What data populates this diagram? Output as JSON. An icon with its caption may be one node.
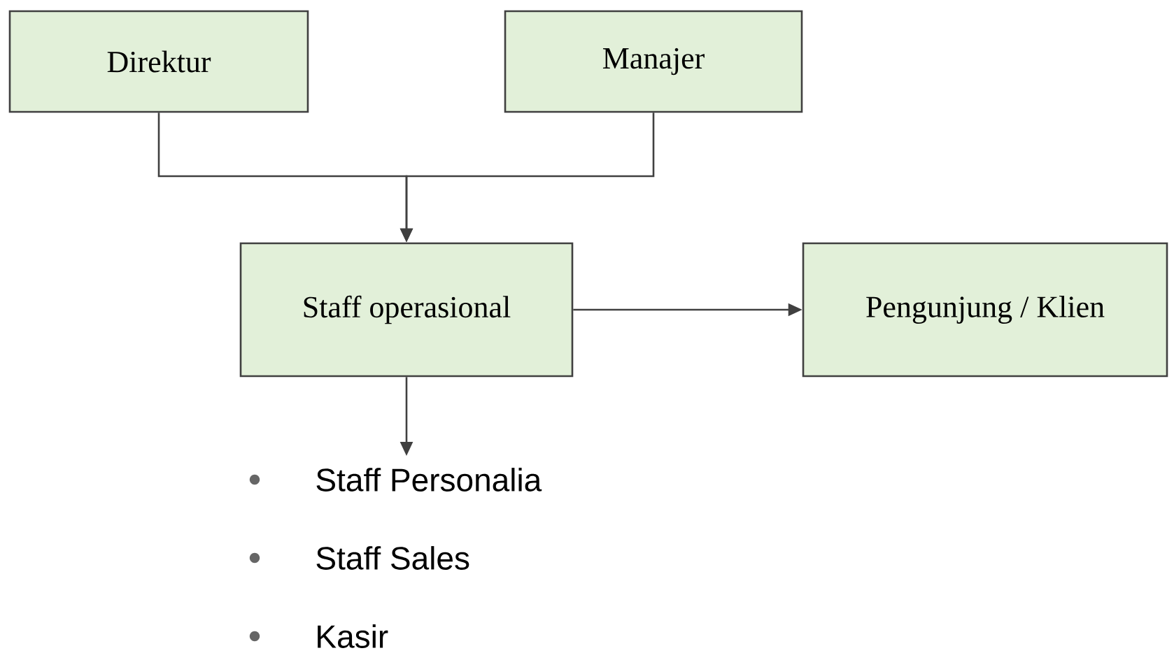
{
  "diagram": {
    "nodes": [
      {
        "text": [
          "Direktur"
        ]
      },
      {
        "text": [
          "Manajer"
        ]
      },
      {
        "text": [
          "Staff operasional"
        ]
      },
      {
        "text": [
          "Pengunjung / Klien"
        ]
      },
      {
        "text": [
          "Staff Personalia",
          "Staff Sales",
          "Kasir"
        ]
      }
    ],
    "edges": [
      {
        "from": 0,
        "to": 2,
        "arrow": "to"
      },
      {
        "from": 1,
        "to": 2,
        "arrow": "to"
      },
      {
        "from": 2,
        "to": 3,
        "arrow": "to"
      },
      {
        "from": 2,
        "to": 4,
        "arrow": "to"
      }
    ]
  }
}
